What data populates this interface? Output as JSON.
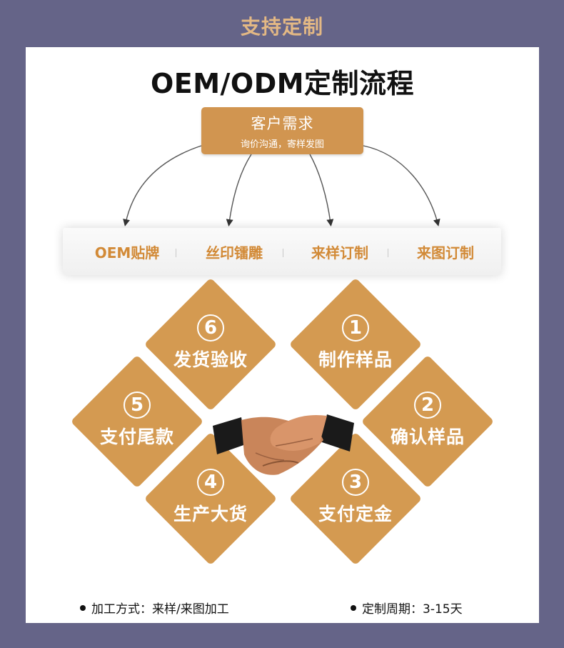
{
  "header": {
    "title": "支持定制"
  },
  "panel": {
    "title": "OEM/ODM定制流程",
    "demand": {
      "title": "客户需求",
      "subtitle": "询价沟通，寄样发图"
    },
    "options": [
      "OEM贴牌",
      "丝印镭雕",
      "来样订制",
      "来图订制"
    ],
    "steps": [
      {
        "num": "1",
        "label": "制作样品"
      },
      {
        "num": "2",
        "label": "确认样品"
      },
      {
        "num": "3",
        "label": "支付定金"
      },
      {
        "num": "4",
        "label": "生产大货"
      },
      {
        "num": "5",
        "label": "支付尾款"
      },
      {
        "num": "6",
        "label": "发货验收"
      }
    ],
    "footer": {
      "method": "加工方式：来样/来图加工",
      "cycle": "定制周期：3-15天"
    }
  },
  "colors": {
    "background": "#656488",
    "accent": "#d49a51",
    "header_text": "#e3b884",
    "option_text": "#d28a37"
  },
  "icons": [
    "handshake-image",
    "arrow-icon",
    "bullet-icon"
  ]
}
